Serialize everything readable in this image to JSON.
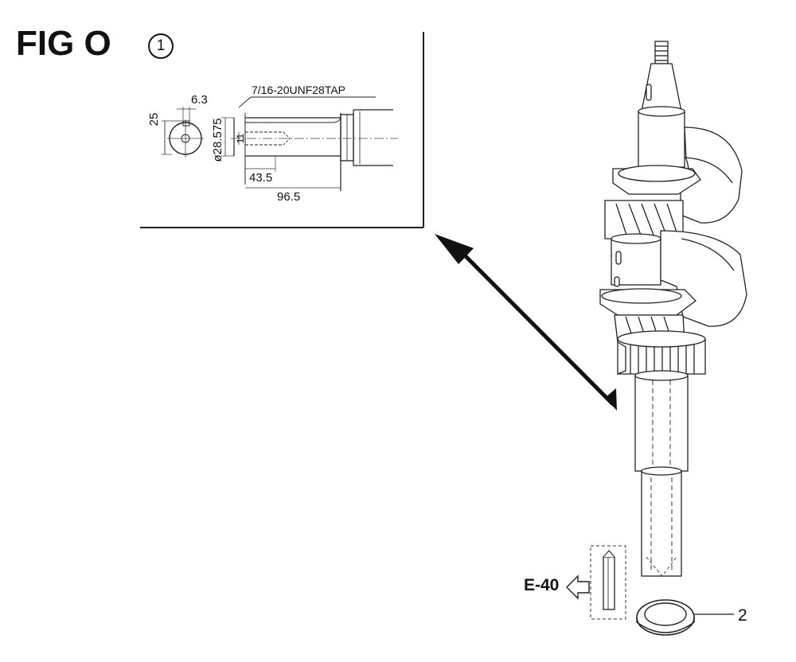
{
  "figure": {
    "title": "FIG O",
    "callout_number": "1"
  },
  "detail_view": {
    "tap_spec": "7/16-20UNF28TAP",
    "dim_keyway_height": "25",
    "dim_keyway_width": "6.3",
    "dim_shaft_diameter": "ø28.575",
    "dim_tap_size": "11",
    "dim_short_length": "43.5",
    "dim_long_length": "96.5"
  },
  "parts": {
    "key_reference": "E-40",
    "washer_number": "2"
  }
}
